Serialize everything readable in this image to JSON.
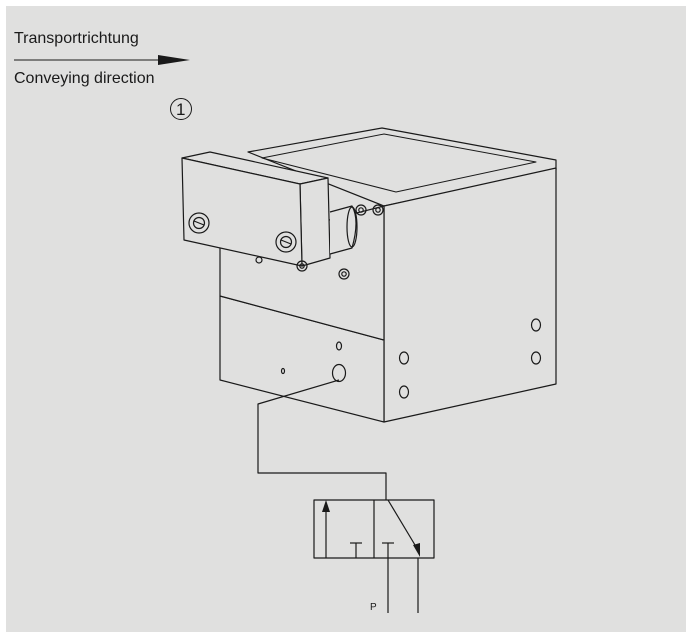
{
  "labels": {
    "transport_de": "Transportrichtung",
    "transport_en": "Conveying direction",
    "item_number": "1",
    "port_p": "P"
  },
  "colors": {
    "background": "#e0e0df",
    "line": "#1a1a1a"
  }
}
